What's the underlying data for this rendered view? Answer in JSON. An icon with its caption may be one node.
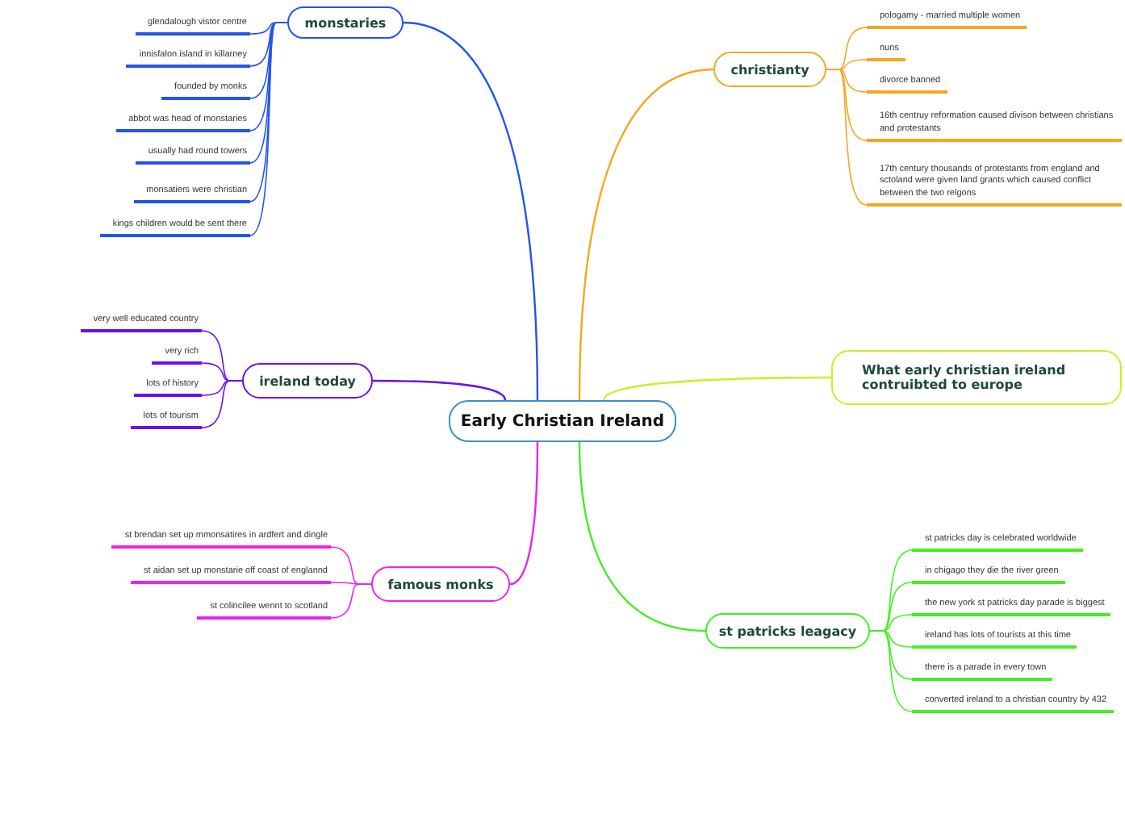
{
  "diagram": {
    "nodes": [
      {
        "text": [
          "Early Christian Ireland"
        ]
      },
      {
        "text": [
          "monstaries"
        ]
      },
      {
        "text": [
          "glendalough vistor centre"
        ]
      },
      {
        "text": [
          "innisfalon island in killarney"
        ]
      },
      {
        "text": [
          "founded by monks"
        ]
      },
      {
        "text": [
          "abbot was head of monstaries"
        ]
      },
      {
        "text": [
          "usually had round towers"
        ]
      },
      {
        "text": [
          "monsatiers were christian"
        ]
      },
      {
        "text": [
          "kings children would be sent there"
        ]
      },
      {
        "text": [
          "christianty"
        ]
      },
      {
        "text": [
          "pologamy - married multiple women"
        ]
      },
      {
        "text": [
          "nuns"
        ]
      },
      {
        "text": [
          "divorce banned"
        ]
      },
      {
        "text": [
          "16th centruy reformation caused divison between christians and protestants"
        ]
      },
      {
        "text": [
          "17th century thousands of protestants from england and sctoland were given land grants which caused conflict between the two relgons"
        ]
      },
      {
        "text": [
          "What early christian ireland contruibted to europe"
        ]
      },
      {
        "text": [
          "ireland today"
        ]
      },
      {
        "text": [
          "very well educated country"
        ]
      },
      {
        "text": [
          "very rich"
        ]
      },
      {
        "text": [
          "lots of history"
        ]
      },
      {
        "text": [
          "lots of tourism"
        ]
      },
      {
        "text": [
          "famous monks"
        ]
      },
      {
        "text": [
          "st brendan set up mmonsatires in ardfert and dingle"
        ]
      },
      {
        "text": [
          "st aidan set up monstarie off coast of englannd"
        ]
      },
      {
        "text": [
          "st colincilee wennt to scotland"
        ]
      },
      {
        "text": [
          "st patricks leagacy"
        ]
      },
      {
        "text": [
          "st patricks day is celebrated worldwide"
        ]
      },
      {
        "text": [
          "in chigago they die the river green"
        ]
      },
      {
        "text": [
          "the new york st patricks day parade is biggest"
        ]
      },
      {
        "text": [
          "ireland has lots of tourists at this time"
        ]
      },
      {
        "text": [
          "there is a parade in every town"
        ]
      },
      {
        "text": [
          "converted ireland to a christian country by 432"
        ]
      }
    ],
    "edges": [
      {
        "from": 0,
        "to": 1,
        "arrow": "none",
        "color": "#2255ee"
      },
      {
        "from": 1,
        "to": 2,
        "arrow": "none",
        "color": "#2255ee"
      },
      {
        "from": 1,
        "to": 3,
        "arrow": "none",
        "color": "#2255ee"
      },
      {
        "from": 1,
        "to": 4,
        "arrow": "none",
        "color": "#2255ee"
      },
      {
        "from": 1,
        "to": 5,
        "arrow": "none",
        "color": "#2255ee"
      },
      {
        "from": 1,
        "to": 6,
        "arrow": "none",
        "color": "#2255ee"
      },
      {
        "from": 1,
        "to": 7,
        "arrow": "none",
        "color": "#2255ee"
      },
      {
        "from": 1,
        "to": 8,
        "arrow": "none",
        "color": "#2255ee"
      },
      {
        "from": 0,
        "to": 9,
        "arrow": "none",
        "color": "#f5a623"
      },
      {
        "from": 9,
        "to": 10,
        "arrow": "none",
        "color": "#f5a623"
      },
      {
        "from": 9,
        "to": 11,
        "arrow": "none",
        "color": "#f5a623"
      },
      {
        "from": 9,
        "to": 12,
        "arrow": "none",
        "color": "#f5a623"
      },
      {
        "from": 9,
        "to": 13,
        "arrow": "none",
        "color": "#f5a623"
      },
      {
        "from": 9,
        "to": 14,
        "arrow": "none",
        "color": "#f5a623"
      },
      {
        "from": 0,
        "to": 15,
        "arrow": "none",
        "color": "#ccee22"
      },
      {
        "from": 0,
        "to": 16,
        "arrow": "none",
        "color": "#6a11ee"
      },
      {
        "from": 16,
        "to": 17,
        "arrow": "none",
        "color": "#6a11ee"
      },
      {
        "from": 16,
        "to": 18,
        "arrow": "none",
        "color": "#6a11ee"
      },
      {
        "from": 16,
        "to": 19,
        "arrow": "none",
        "color": "#6a11ee"
      },
      {
        "from": 16,
        "to": 20,
        "arrow": "none",
        "color": "#6a11ee"
      },
      {
        "from": 0,
        "to": 21,
        "arrow": "none",
        "color": "#ee22ee"
      },
      {
        "from": 21,
        "to": 22,
        "arrow": "none",
        "color": "#ee22ee"
      },
      {
        "from": 21,
        "to": 23,
        "arrow": "none",
        "color": "#ee22ee"
      },
      {
        "from": 21,
        "to": 24,
        "arrow": "none",
        "color": "#ee22ee"
      },
      {
        "from": 0,
        "to": 25,
        "arrow": "none",
        "color": "#44ee22"
      },
      {
        "from": 25,
        "to": 26,
        "arrow": "none",
        "color": "#44ee22"
      },
      {
        "from": 25,
        "to": 27,
        "arrow": "none",
        "color": "#44ee22"
      },
      {
        "from": 25,
        "to": 28,
        "arrow": "none",
        "color": "#44ee22"
      },
      {
        "from": 25,
        "to": 29,
        "arrow": "none",
        "color": "#44ee22"
      },
      {
        "from": 25,
        "to": 30,
        "arrow": "none",
        "color": "#44ee22"
      },
      {
        "from": 25,
        "to": 31,
        "arrow": "none",
        "color": "#44ee22"
      }
    ]
  }
}
